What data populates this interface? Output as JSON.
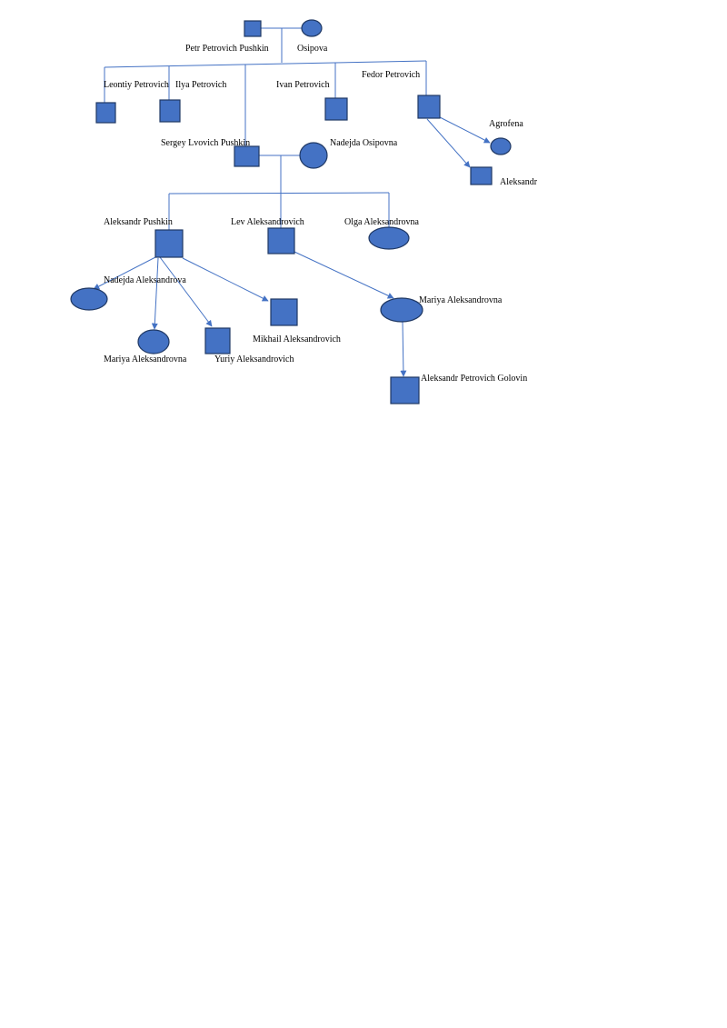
{
  "colors": {
    "node_fill": "#4472C4",
    "node_stroke": "#1F3864",
    "line": "#4472C4",
    "text": "#000000"
  },
  "people": {
    "petr": {
      "name": "Petr Petrovich Pushkin",
      "sex": "male"
    },
    "osipova": {
      "name": "Osipova",
      "sex": "female"
    },
    "leontiy": {
      "name": "Leontiy Petrovich",
      "sex": "male"
    },
    "ilya": {
      "name": "Ilya Petrovich",
      "sex": "male"
    },
    "sergey": {
      "name": "Sergey Lvovich Pushkin",
      "sex": "male"
    },
    "ivan": {
      "name": "Ivan Petrovich",
      "sex": "male"
    },
    "fedor": {
      "name": "Fedor Petrovich",
      "sex": "male"
    },
    "agrofena": {
      "name": "Agrofena",
      "sex": "female"
    },
    "aleksandr_f": {
      "name": "Aleksandr",
      "sex": "male"
    },
    "nadejda_o": {
      "name": "Nadejda Osipovna",
      "sex": "female"
    },
    "aleksandr_p": {
      "name": "Aleksandr Pushkin",
      "sex": "male"
    },
    "lev": {
      "name": "Lev Aleksandrovich",
      "sex": "male"
    },
    "olga": {
      "name": "Olga Aleksandrovna",
      "sex": "female"
    },
    "nadejda_a": {
      "name": "Nadejda Aleksandrova",
      "sex": "female"
    },
    "mikhail": {
      "name": "Mikhail Aleksandrovich",
      "sex": "male"
    },
    "mariya_a1": {
      "name": "Mariya Aleksandrovna",
      "sex": "female"
    },
    "yuriy": {
      "name": "Yuriy Aleksandrovich",
      "sex": "male"
    },
    "mariya_a2": {
      "name": "Mariya Aleksandrovna",
      "sex": "female"
    },
    "golovin": {
      "name": "Aleksandr Petrovich Golovin",
      "sex": "male"
    }
  }
}
